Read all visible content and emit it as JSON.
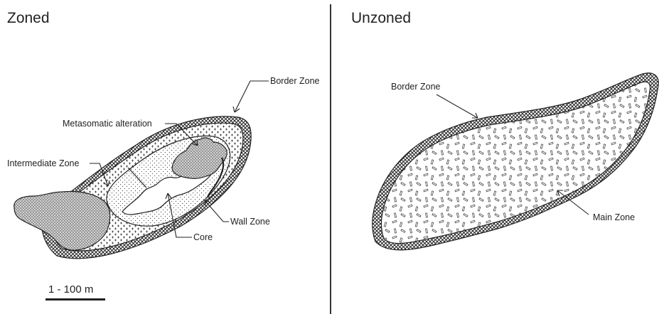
{
  "panels": {
    "zoned": {
      "title": "Zoned",
      "labels": {
        "border_zone": "Border Zone",
        "metasomatic_alteration": "Metasomatic alteration",
        "intermediate_zone": "Intermediate Zone",
        "wall_zone": "Wall Zone",
        "core": "Core"
      },
      "scale_bar": "1 - 100 m"
    },
    "unzoned": {
      "title": "Unzoned",
      "labels": {
        "border_zone": "Border Zone",
        "main_zone": "Main Zone"
      }
    }
  },
  "colors": {
    "ink": "#222222",
    "background": "#ffffff",
    "divider": "#333333"
  }
}
